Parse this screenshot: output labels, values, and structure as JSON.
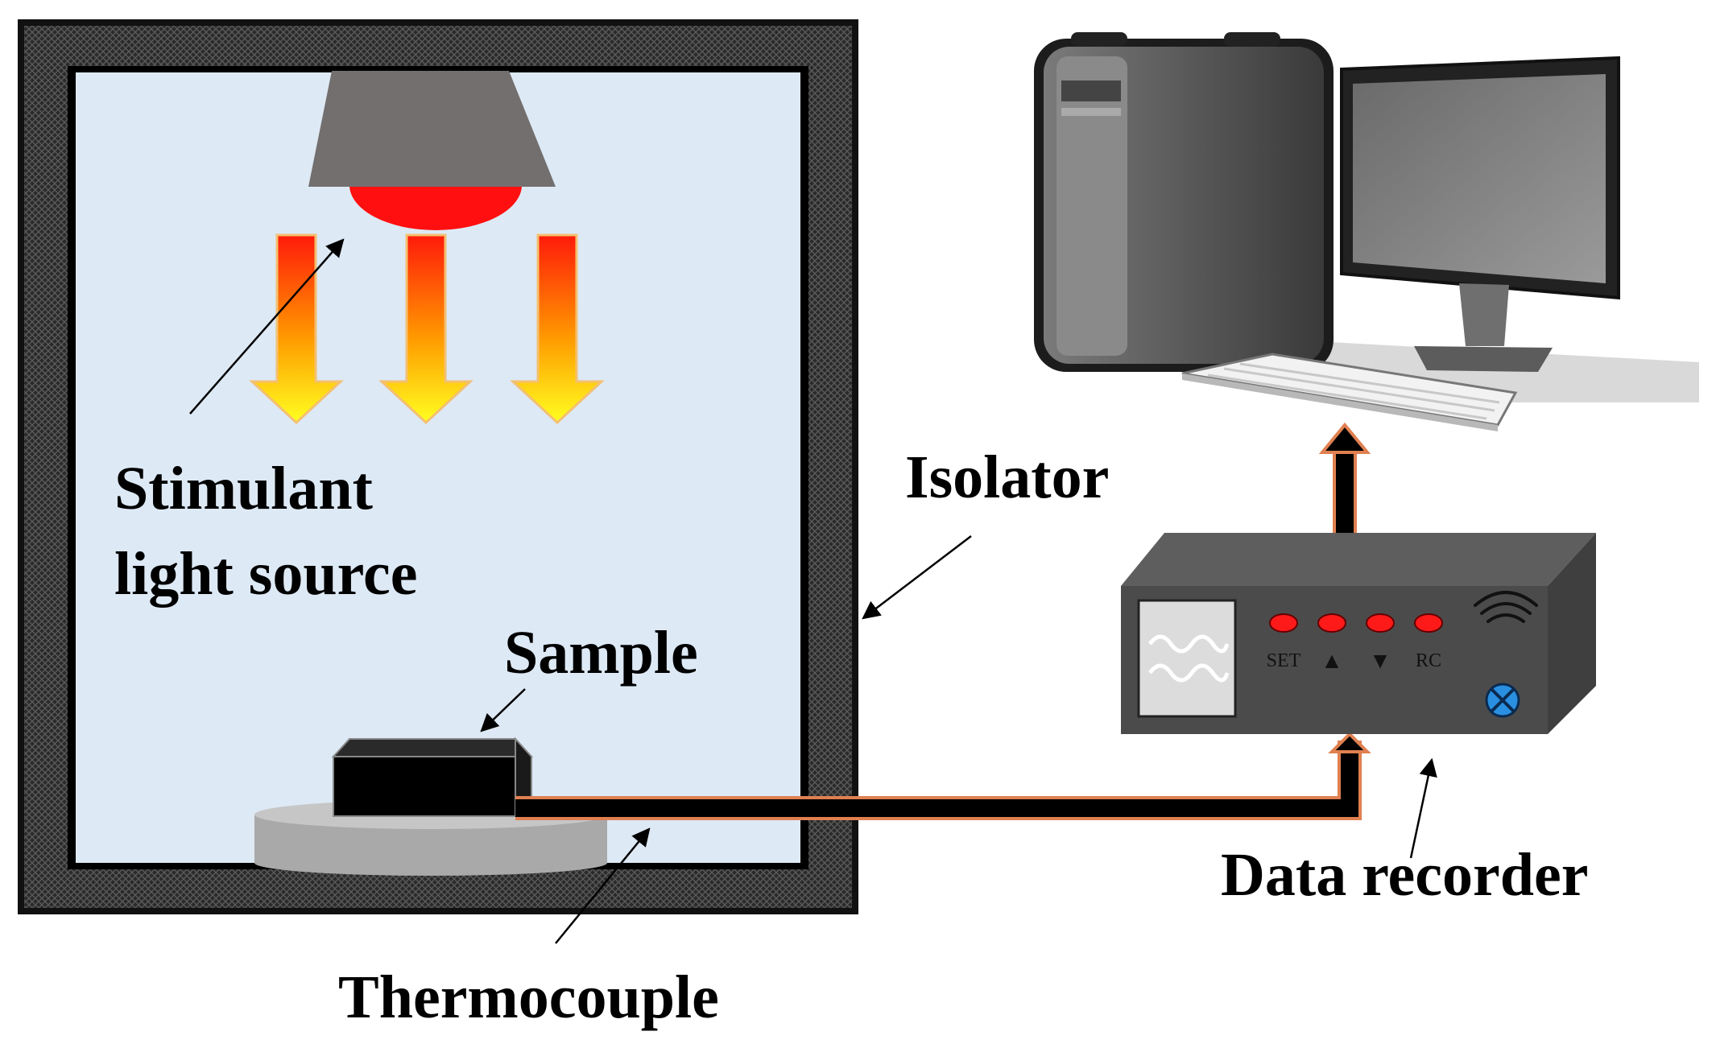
{
  "labels": {
    "light_source_line1": "Stimulant",
    "light_source_line2": "light source",
    "isolator": "Isolator",
    "sample": "Sample",
    "thermocouple": "Thermocouple",
    "data_recorder": "Data recorder"
  },
  "recorder_buttons": {
    "set": "SET",
    "up": "▲",
    "down": "▼",
    "rc": "RC"
  },
  "colors": {
    "isolator_wall": "#2a2a2a",
    "chamber": "#dde9f5",
    "lamp": "#736f6f",
    "lamp_glow": "#ff1010",
    "cable_outline": "#e08050",
    "recorder_body": "#4a4a4a",
    "recorder_led": "#ff1a1a",
    "recorder_knob": "#2a8fe0"
  }
}
